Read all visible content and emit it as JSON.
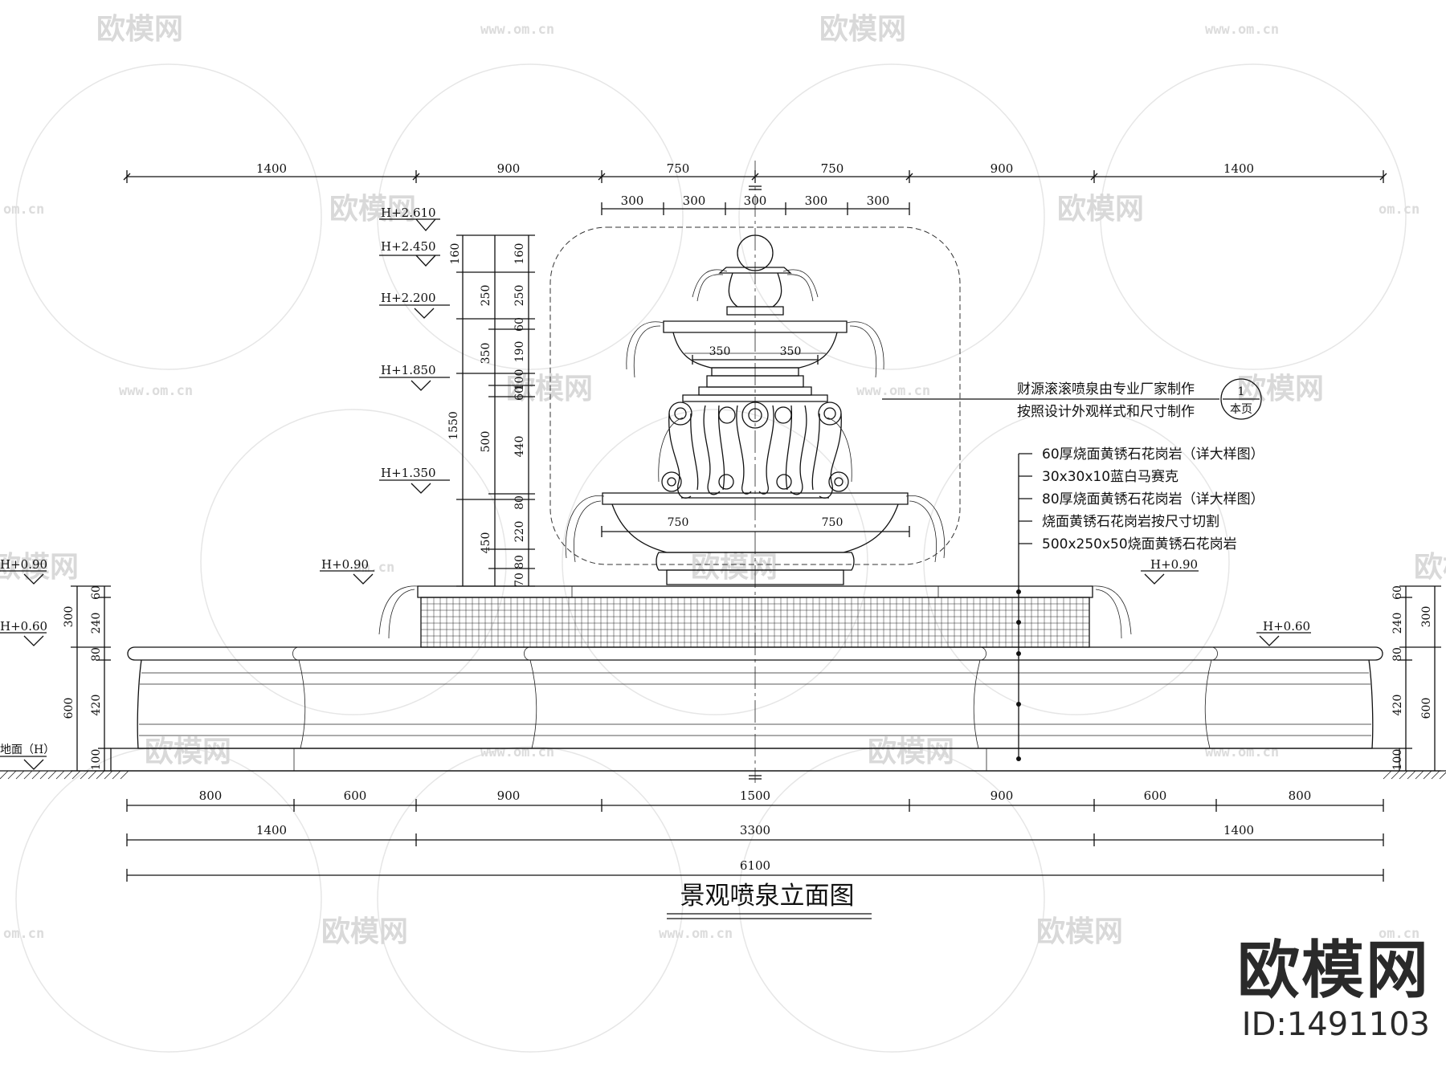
{
  "drawing": {
    "title": "景观喷泉立面图",
    "dims_top": [
      "1400",
      "900",
      "750",
      "750",
      "900",
      "1400"
    ],
    "dims_top2": [
      "300",
      "300",
      "300",
      "300",
      "300"
    ],
    "dims_bottom1": [
      "800",
      "600",
      "900",
      "1500",
      "900",
      "600",
      "800"
    ],
    "dims_bottom2": [
      "1400",
      "3300",
      "1400"
    ],
    "dims_bottom3": "6100",
    "elevations": [
      "H+2.610",
      "H+2.450",
      "H+2.200",
      "H+1.850",
      "H+1.350",
      "H+0.90",
      "H+0.90",
      "H+0.90",
      "H+0.60",
      "H+0.60",
      "地面（H）"
    ],
    "vertical_dims_a": [
      "160",
      "250",
      "350",
      "500",
      "450"
    ],
    "vertical_dims_b": [
      "160",
      "250",
      "60",
      "190",
      "100",
      "60",
      "440",
      "80",
      "220",
      "80",
      "70"
    ],
    "total_height": "1550",
    "side_dims_left": [
      "60",
      "240",
      "80",
      "420",
      "100"
    ],
    "side_totals": [
      "300",
      "600"
    ],
    "side_dims_right": [
      "60",
      "240",
      "80",
      "420",
      "100"
    ],
    "bowl_dims": [
      "350",
      "350",
      "750",
      "750"
    ],
    "note_lines": [
      "财源滚滚喷泉由专业厂家制作",
      "按照设计外观样式和尺寸制作"
    ],
    "note_ref": {
      "number": "1",
      "page": "本页"
    },
    "materials": [
      "60厚烧面黄锈石花岗岩（详大样图）",
      "30x30x10蓝白马赛克",
      "80厚烧面黄锈石花岗岩（详大样图）",
      "烧面黄锈石花岗岩按尺寸切割",
      "500x250x50烧面黄锈石花岗岩"
    ]
  },
  "watermark": {
    "logo_text": "欧模网",
    "url_text": "www.om.cn",
    "url_short": "om.cn"
  },
  "brand": {
    "name": "欧模网",
    "id": "ID:1491103"
  },
  "colors": {
    "line": "#111111",
    "background": "#ffffff",
    "watermark": "#d9d9d9"
  }
}
